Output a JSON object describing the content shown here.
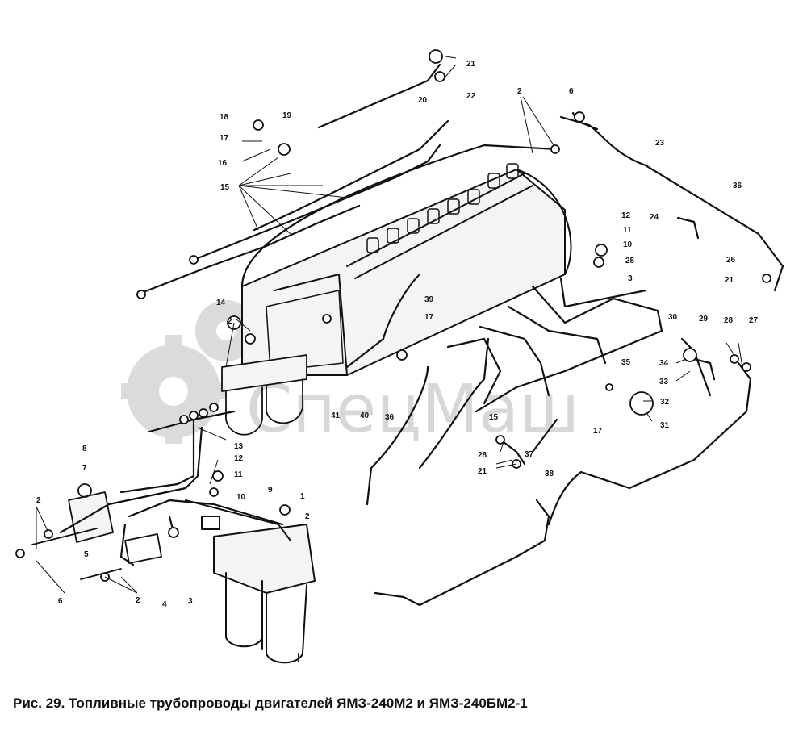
{
  "caption": "Рис. 29. Топливные трубопроводы двигателей ЯМЗ-240М2 и ЯМЗ-240БМ2-1",
  "watermark": {
    "text": "СпецМаш",
    "color": "#b7b7b7"
  },
  "callouts": {
    "c21a": "21",
    "c20": "20",
    "c22": "22",
    "c2a": "2",
    "c6a": "6",
    "c23": "23",
    "c18": "18",
    "c19": "19",
    "c17a": "17",
    "c16": "16",
    "c15a": "15",
    "c36a": "36",
    "c24": "24",
    "c12a": "12",
    "c11a": "11",
    "c10a": "10",
    "c25": "25",
    "c3a": "3",
    "c26": "26",
    "c21b": "21",
    "c14": "14",
    "c2b": "2",
    "c39": "39",
    "c17b": "17",
    "c30": "30",
    "c29": "29",
    "c28a": "28",
    "c27": "27",
    "c34": "34",
    "c33": "33",
    "c35": "35",
    "c32": "32",
    "c31": "31",
    "c41": "41",
    "c40": "40",
    "c36b": "36",
    "c15b": "15",
    "c17c": "17",
    "c13": "13",
    "c12b": "12",
    "c11b": "11",
    "c8": "8",
    "c7": "7",
    "c10b": "10",
    "c9": "9",
    "c1": "1",
    "c2c": "2",
    "c28b": "28",
    "c21c": "21",
    "c37": "37",
    "c38": "38",
    "c2d": "2",
    "c5": "5",
    "c6b": "6",
    "c2e": "2",
    "c4": "4",
    "c3b": "3"
  }
}
